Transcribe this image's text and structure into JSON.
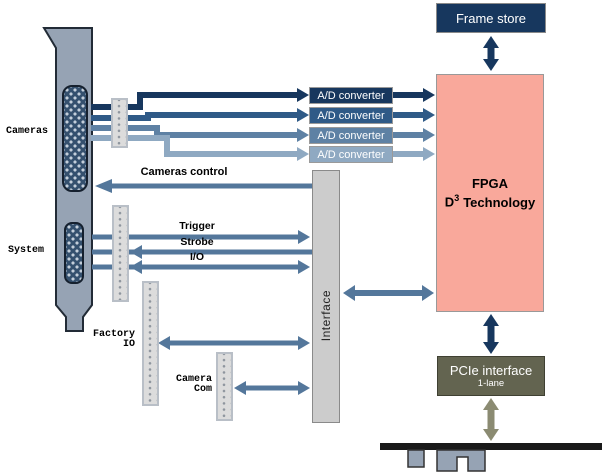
{
  "diagram": {
    "title_implicit": "Frame grabber block diagram",
    "frame_store": {
      "label": "Frame store"
    },
    "adc": [
      {
        "label": "A/D converter"
      },
      {
        "label": "A/D converter"
      },
      {
        "label": "A/D converter"
      },
      {
        "label": "A/D converter"
      }
    ],
    "fpga": {
      "line1": "FPGA",
      "line2_d": "D",
      "line2_sup": "3",
      "line2_rest": "Technology"
    },
    "pcie": {
      "line1": "PCIe interface",
      "line2": "1-lane"
    },
    "interface_chip": {
      "label": "Interface"
    },
    "connectors": {
      "cameras": "Cameras",
      "system": "System",
      "factory_io_line1": "Factory",
      "factory_io_line2": "IO",
      "camera_com_line1": "Camera",
      "camera_com_line2": "Com"
    },
    "signals": {
      "cameras_control": "Cameras control",
      "trigger": "Trigger",
      "strobe": "Strobe",
      "io": "I/O"
    },
    "colors": {
      "navy": "#17375E",
      "camera_channel_2": "#2F5A87",
      "camera_channel_3": "#5E81A4",
      "camera_channel_4": "#8FA9C2",
      "steel_arrow": "#54779B",
      "fpga_fill": "#F9A89B",
      "pcie_fill": "#636450",
      "pcie_bus_arrow": "#8B8B72",
      "bracket_fill": "#96A3B4",
      "slot_bar": "#1A1A1A"
    }
  }
}
